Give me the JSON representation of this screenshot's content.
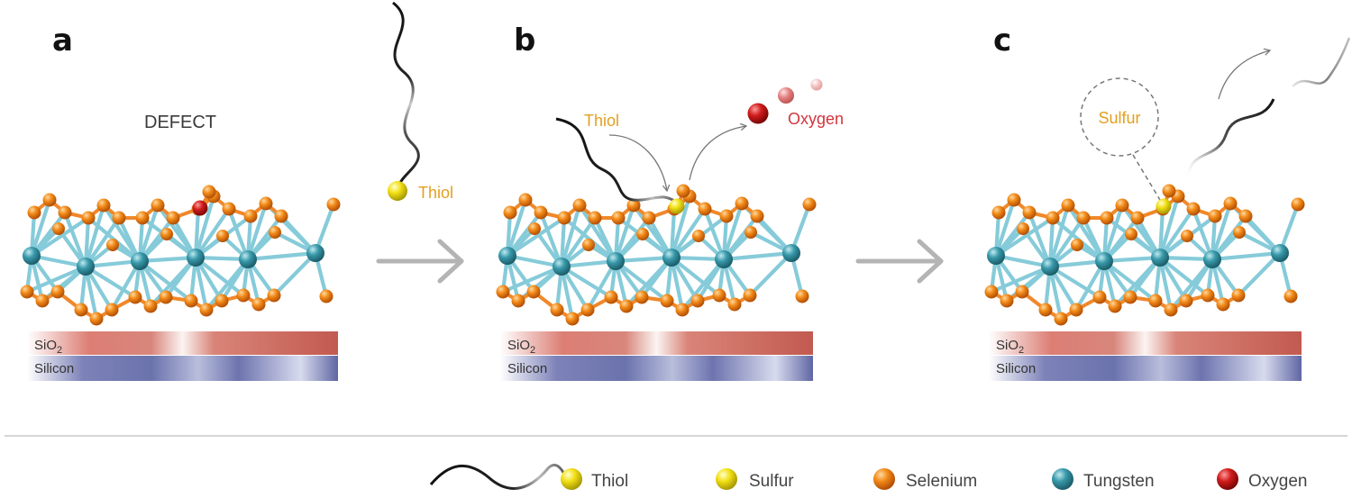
{
  "panels": [
    {
      "letter": "a",
      "annotation": "DEFECT",
      "layers": {
        "oxide": "SiO",
        "oxide_sub": "2",
        "silicon": "Silicon"
      }
    },
    {
      "letter": "b",
      "thiol_label": "Thiol",
      "oxygen_label": "Oxygen",
      "layers": {
        "oxide": "SiO",
        "oxide_sub": "2",
        "silicon": "Silicon"
      }
    },
    {
      "letter": "c",
      "sulfur_label": "Sulfur",
      "layers": {
        "oxide": "SiO",
        "oxide_sub": "2",
        "silicon": "Silicon"
      }
    }
  ],
  "incoming_thiol_label": "Thiol",
  "legend": [
    {
      "label": "Thiol",
      "icon": "thiol-icon"
    },
    {
      "label": "Sulfur",
      "icon": "sulfur-atom-icon"
    },
    {
      "label": "Selenium",
      "icon": "selenium-atom-icon"
    },
    {
      "label": "Tungsten",
      "icon": "tungsten-atom-icon"
    },
    {
      "label": "Oxygen",
      "icon": "oxygen-atom-icon"
    }
  ],
  "colors": {
    "selenium": "#f08a1c",
    "tungsten": "#2f8fa0",
    "sulfur": "#f2e01a",
    "oxygen": "#c81e1e",
    "bond_w_se": "#7ec8d8",
    "bond_se": "#f0882a",
    "label_orange": "#e3a020",
    "label_red": "#d2353e",
    "arrow_gray": "#b4b4b4"
  }
}
